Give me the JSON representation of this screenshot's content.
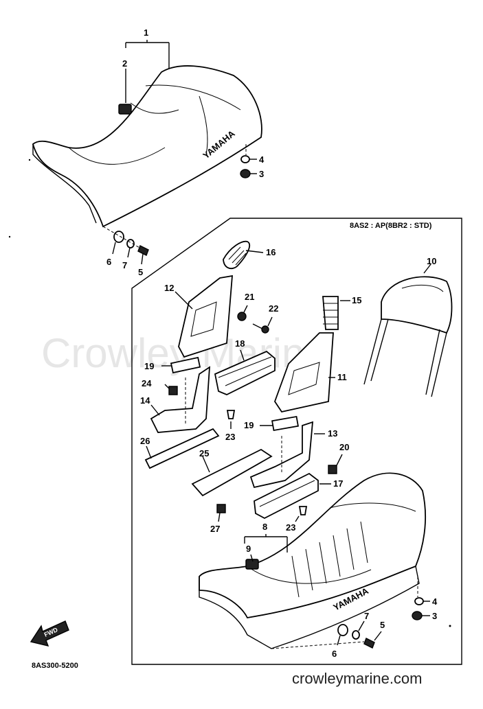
{
  "diagram": {
    "variant_box_header": "8AS2 : AP(8BR2 : STD)",
    "diagram_code": "8AS300-5200",
    "watermark": "Crowley Marine",
    "website": "crowleymarine.com",
    "brand_text": "YAMAHA",
    "fwd_label": "FWD",
    "callouts": {
      "c1": "1",
      "c2": "2",
      "c3a": "3",
      "c4a": "4",
      "c5a": "5",
      "c6a": "6",
      "c7a": "7",
      "c3b": "3",
      "c4b": "4",
      "c5b": "5",
      "c6b": "6",
      "c7b": "7",
      "c8": "8",
      "c9": "9",
      "c10": "10",
      "c11": "11",
      "c12": "12",
      "c13": "13",
      "c14": "14",
      "c15": "15",
      "c16": "16",
      "c17": "17",
      "c18": "18",
      "c19a": "19",
      "c19b": "19",
      "c20": "20",
      "c21": "21",
      "c22": "22",
      "c23a": "23",
      "c23b": "23",
      "c24": "24",
      "c25": "25",
      "c26": "26",
      "c27": "27"
    }
  }
}
